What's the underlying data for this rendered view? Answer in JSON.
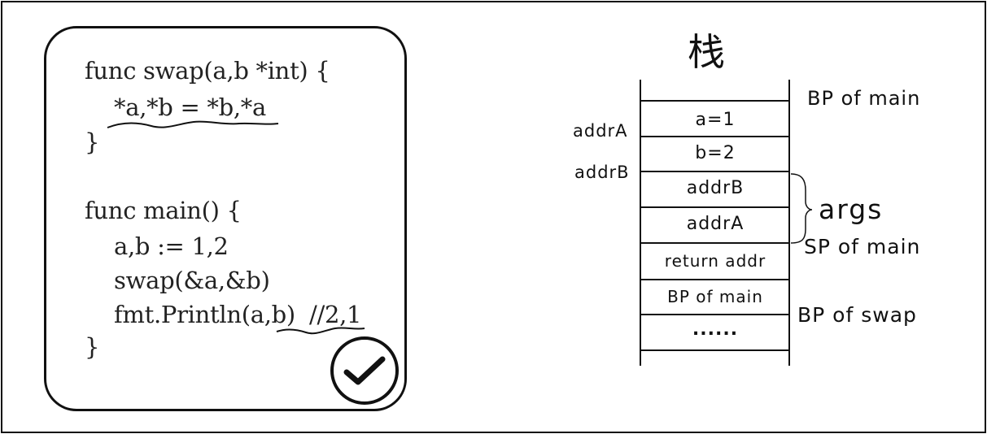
{
  "code": {
    "lines": [
      "func swap(a,b *int) {",
      "*a,*b = *b,*a",
      "}",
      "func main() {",
      "a,b := 1,2",
      "swap(&a,&b)",
      "fmt.Println(a,b)",
      "//2,1",
      "}"
    ]
  },
  "stack": {
    "title": "栈",
    "cells": [
      "a=1",
      "b=2",
      "addrB",
      "addrA",
      "return addr",
      "BP of main",
      "......"
    ],
    "left_labels": [
      "addrA",
      "addrB"
    ],
    "right_labels": [
      "BP of main",
      "args",
      "SP of main",
      "BP of swap"
    ]
  }
}
